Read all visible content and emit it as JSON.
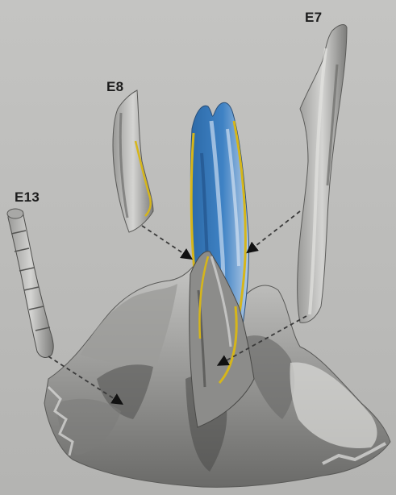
{
  "figure": {
    "labels": {
      "e7": "E7",
      "e8": "E8",
      "e13": "E13"
    },
    "colors": {
      "background": "#bdbdbb",
      "bone_light": "#d2d2d0",
      "bone_mid": "#8e8e8c",
      "bone_dark": "#4a4a48",
      "outline_yellow": "#d6b61a",
      "blue_dark": "#2f6fb0",
      "blue_light": "#a9c4e2",
      "arrow": "#3a3a3a"
    }
  }
}
